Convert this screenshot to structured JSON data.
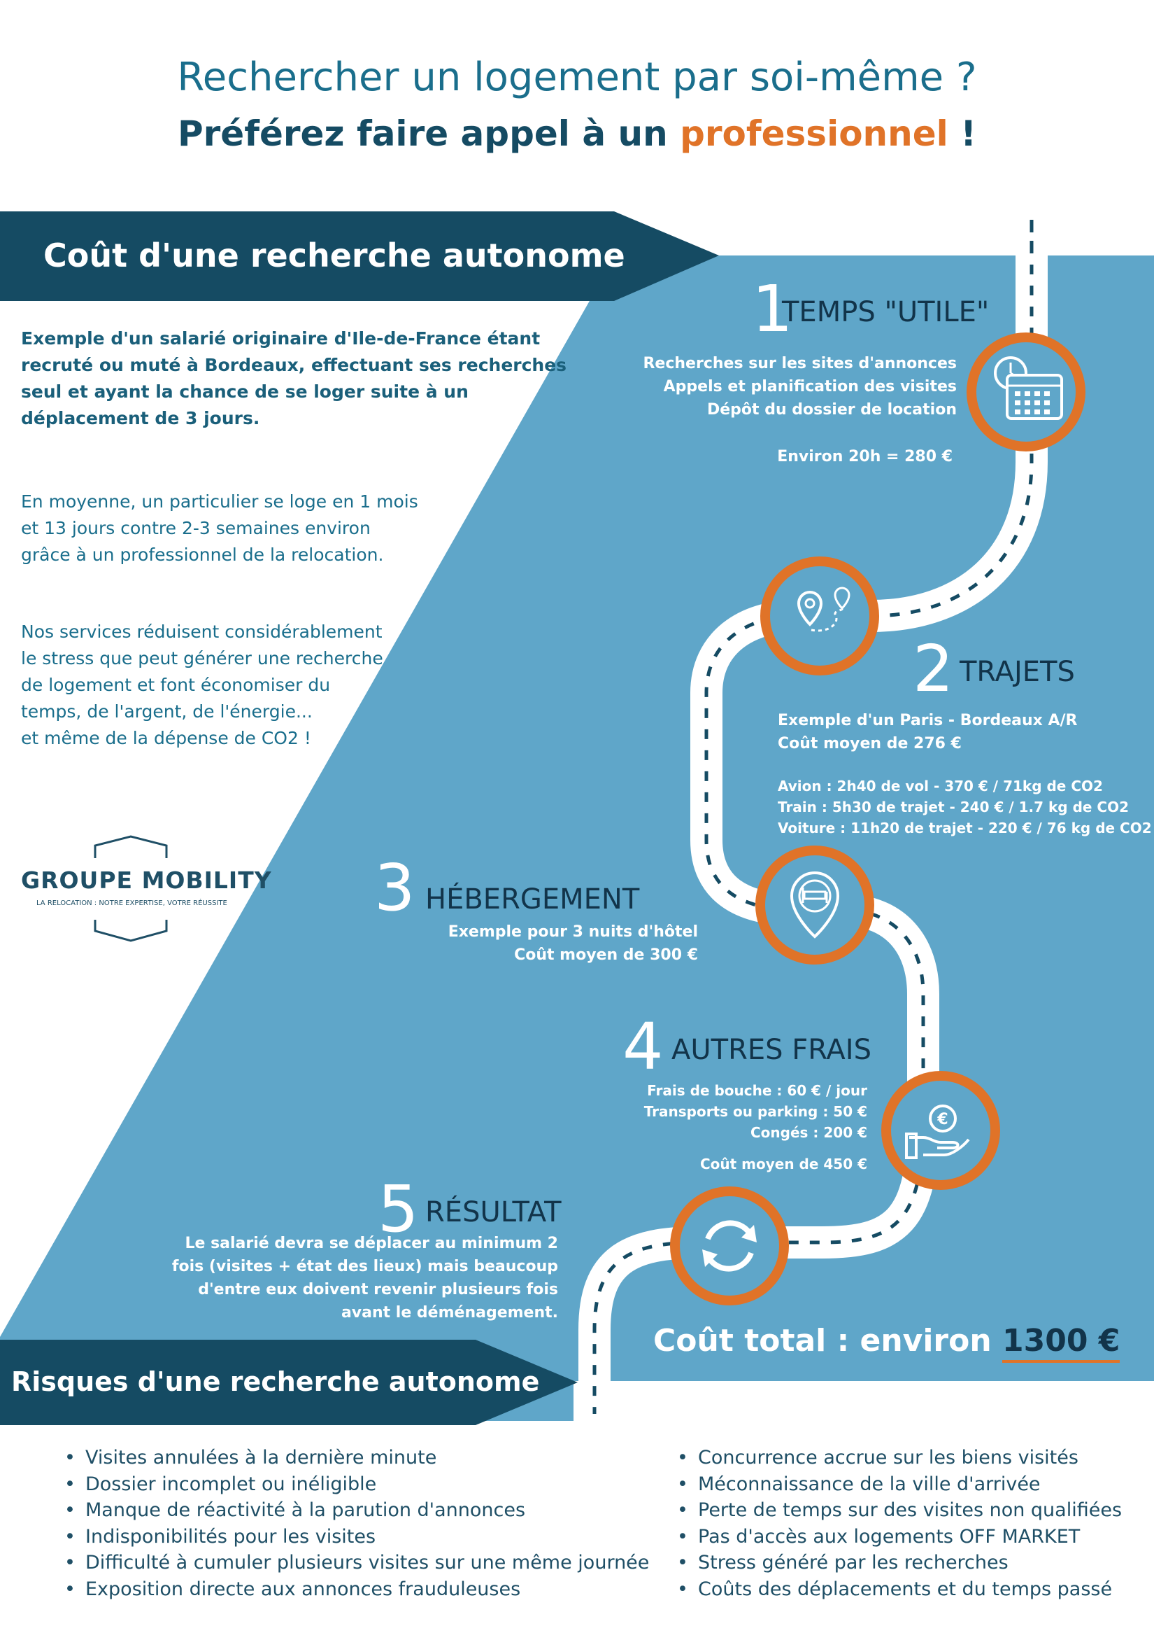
{
  "headline": {
    "line1": "Rechercher un logement par soi-même ?",
    "line2_prefix": "Préférez faire appel à un ",
    "line2_accent": "professionnel",
    "line2_suffix": " !"
  },
  "banner_cost": {
    "label": "Coût d'une recherche autonome"
  },
  "banner_risks": {
    "label": "Risques d'une recherche autonome"
  },
  "left": {
    "intro_lines": [
      "Exemple d'un salarié originaire d'Ile-de-France étant",
      "recruté ou muté à Bordeaux, effectuant ses recherches",
      "seul et ayant la chance de se loger suite à un",
      "déplacement de 3 jours."
    ],
    "average_lines": [
      "En moyenne, un particulier se loge en 1 mois",
      "et 13 jours contre 2-3 semaines environ",
      "grâce à un professionnel de la relocation."
    ],
    "services_lines": [
      "Nos services réduisent considérablement",
      "le stress que peut générer une recherche",
      "de logement et font économiser du",
      "temps, de l'argent, de l'énergie...",
      "et même de la dépense  de CO2 !"
    ]
  },
  "logo": {
    "name": "GROUPE MOBILITY",
    "tagline": "LA RELOCATION : NOTRE EXPERTISE, VOTRE RÉUSSITE"
  },
  "steps": {
    "s1": {
      "number": "1",
      "title": "TEMPS \"UTILE\"",
      "lines": [
        "Recherches sur les sites d'annonces",
        "Appels et planification des visites",
        "Dépôt du dossier de location"
      ],
      "cost": "Environ 20h = 280 €",
      "icon": "clock-calendar-icon"
    },
    "s2": {
      "number": "2",
      "title": "TRAJETS",
      "lines": [
        "Exemple d'un Paris - Bordeaux A/R",
        "Coût moyen de 276 €"
      ],
      "details": [
        "Avion : 2h40 de vol - 370 € / 71kg de CO2",
        "Train : 5h30 de trajet - 240 € / 1.7 kg de CO2",
        "Voiture : 11h20 de trajet - 220 € / 76 kg de CO2"
      ],
      "icon": "route-pins-icon"
    },
    "s3": {
      "number": "3",
      "title": "HÉBERGEMENT",
      "lines": [
        "Exemple pour 3 nuits d'hôtel",
        "Coût moyen de 300 €"
      ],
      "icon": "bed-pin-icon"
    },
    "s4": {
      "number": "4",
      "title": "AUTRES FRAIS",
      "lines": [
        "Frais de bouche : 60 € / jour",
        "Transports ou parking : 50 €",
        "Congés : 200 €"
      ],
      "cost": "Coût moyen de 450 €",
      "icon": "euro-hand-icon"
    },
    "s5": {
      "number": "5",
      "title": "RÉSULTAT",
      "lines": [
        "Le salarié devra se déplacer au minimum 2",
        "fois (visites + état des lieux) mais beaucoup",
        "d'entre eux doivent revenir plusieurs fois",
        "avant le déménagement."
      ],
      "icon": "refresh-arrows-icon"
    }
  },
  "total": {
    "label": "Coût total : environ ",
    "amount": "1300 €"
  },
  "risks": {
    "left": [
      "Visites annulées à la dernière minute",
      "Dossier incomplet ou inéligible",
      "Manque de réactivité à la parution d'annonces",
      "Indisponibilités pour les visites",
      "Difficulté à cumuler plusieurs visites sur une même journée",
      "Exposition directe aux annonces frauduleuses"
    ],
    "right": [
      "Concurrence accrue sur les biens visités",
      "Méconnaissance de la ville d'arrivée",
      "Perte de temps sur des visites non qualifiées",
      "Pas d'accès aux logements OFF MARKET",
      "Stress généré par les recherches",
      "Coûts des déplacements et du temps passé"
    ]
  },
  "colors": {
    "navy": "#154b63",
    "sky": "#5fa6c9",
    "orange": "#e07328",
    "dark_text": "#12344a"
  }
}
